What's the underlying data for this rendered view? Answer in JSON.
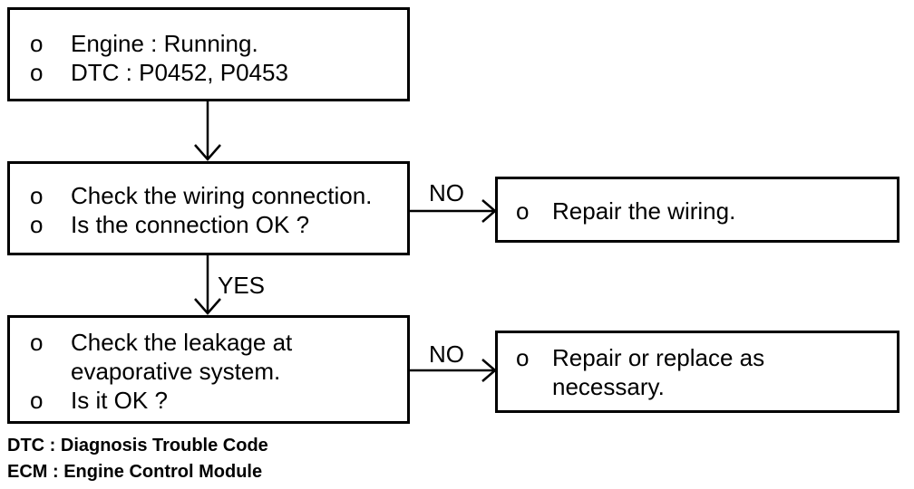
{
  "box1": {
    "bullet": "o",
    "items": [
      "Engine : Running.",
      "DTC : P0452, P0453"
    ]
  },
  "box2": {
    "bullet": "o",
    "items": [
      "Check the wiring connection.",
      "Is the connection OK ?"
    ]
  },
  "box3": {
    "bullet": "o",
    "item1_lines": [
      "Check the leakage at",
      "evaporative system."
    ],
    "item2": "Is it OK ?"
  },
  "box_repair_wiring": {
    "bullet": "o",
    "text": "Repair the wiring."
  },
  "box_repair_replace": {
    "bullet": "o",
    "lines": [
      "Repair or replace as",
      "necessary."
    ]
  },
  "labels": {
    "no_1": "NO",
    "yes": "YES",
    "no_2": "NO"
  },
  "legend": {
    "dtc": "DTC : Diagnosis Trouble Code",
    "ecm": "ECM : Engine Control Module"
  }
}
